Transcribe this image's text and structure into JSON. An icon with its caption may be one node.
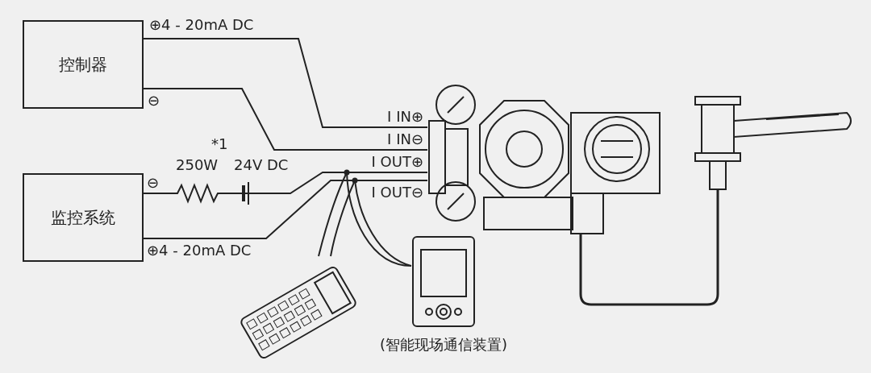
{
  "diagram": {
    "nodes": [
      {
        "text": [
          "控制器"
        ]
      },
      {
        "text": [
          "监控系统"
        ]
      },
      {
        "text": [],
        "shape": "picture"
      },
      {
        "text": [],
        "shape": "picture"
      },
      {
        "text": [],
        "shape": "picture"
      },
      {
        "text": [],
        "shape": "picture",
        "beside": [
          "(智能现场通信装置)"
        ]
      }
    ],
    "edges": [
      {
        "from": 0,
        "to": 2,
        "arrow": "none"
      },
      {
        "from": 0,
        "to": 2,
        "arrow": "none"
      },
      {
        "from": 1,
        "to": 2,
        "arrow": "none"
      },
      {
        "from": 1,
        "to": 2,
        "arrow": "none"
      },
      {
        "from": 4,
        "to": 2,
        "arrow": "none"
      },
      {
        "from": 5,
        "to": 2,
        "arrow": "none"
      },
      {
        "from": 2,
        "to": 3,
        "arrow": "none"
      }
    ],
    "labels": [
      "⊕4 - 20mA DC",
      "⊖",
      "I IN⊕",
      "I IN⊖",
      "*1",
      "250W",
      "24V DC",
      "I OUT⊕",
      "⊖",
      "I OUT⊖",
      "⊕4 - 20mA DC"
    ]
  }
}
